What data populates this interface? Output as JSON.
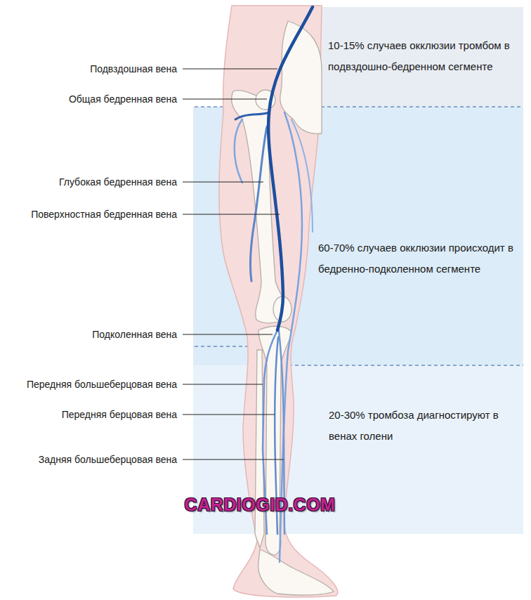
{
  "diagram": {
    "nodes": [
      {
        "text": [
          "10-15% случаев окклюзии тромбом в подвздошно-бедренном сегменте"
        ]
      },
      {
        "text": [
          "60-70% случаев окклюзии происходит в бедренно-подколенном сегменте"
        ]
      },
      {
        "text": [
          "20-30% тромбоза диагностируют в венах голени"
        ]
      }
    ],
    "labels": [
      "Подвздошная вена",
      "Общая бедренная вена",
      "Глубокая бедренная вена",
      "Поверхностная бедренная вена",
      "Подколенная вена",
      "Передняя большеберцовая вена",
      "Передняя берцовая вена",
      "Задняя большеберцовая вена",
      "CARDIOGID.COM"
    ]
  }
}
